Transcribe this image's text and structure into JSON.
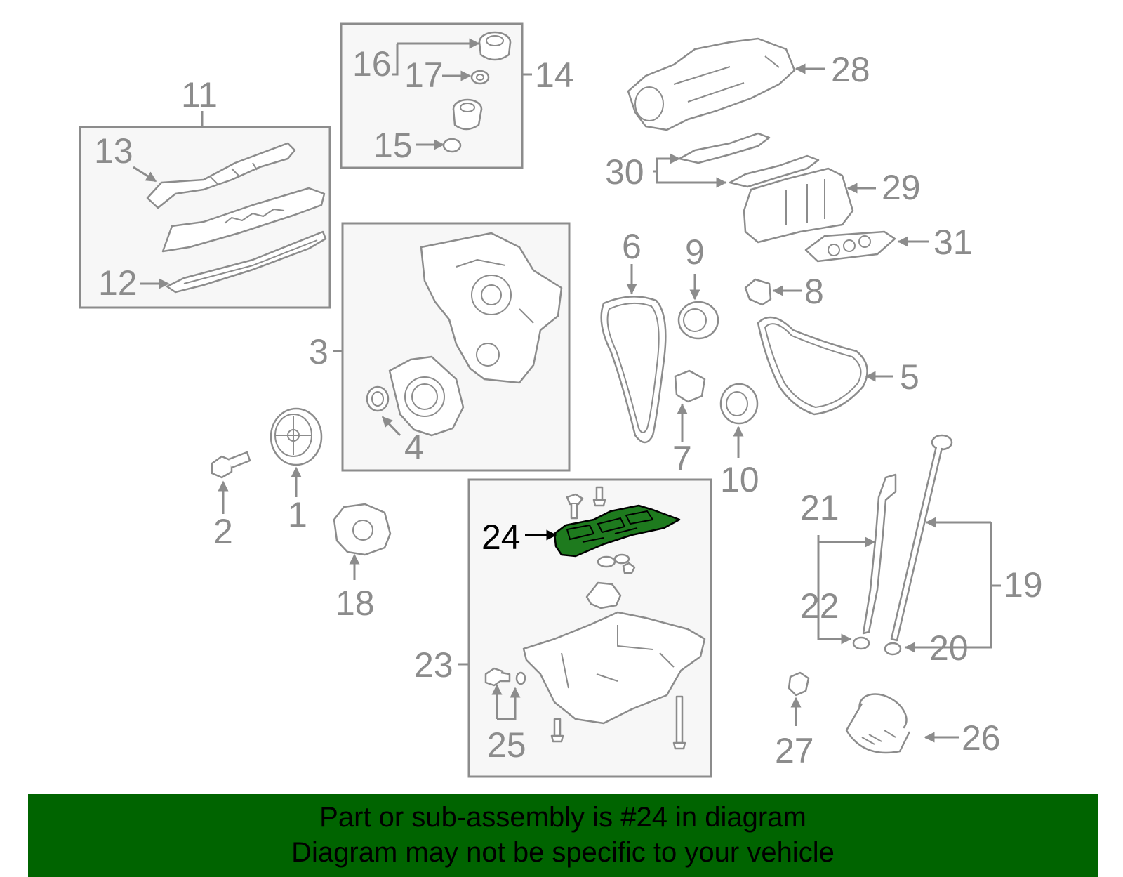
{
  "callouts": {
    "c1": "1",
    "c2": "2",
    "c3": "3",
    "c4": "4",
    "c5": "5",
    "c6": "6",
    "c7": "7",
    "c8": "8",
    "c9": "9",
    "c10": "10",
    "c11": "11",
    "c12": "12",
    "c13": "13",
    "c14": "14",
    "c15": "15",
    "c16": "16",
    "c17": "17",
    "c18": "18",
    "c19": "19",
    "c20": "20",
    "c21": "21",
    "c22": "22",
    "c23": "23",
    "c24": "24",
    "c25": "25",
    "c26": "26",
    "c27": "27",
    "c28": "28",
    "c29": "29",
    "c30": "30",
    "c31": "31"
  },
  "highlight": {
    "callout": "24",
    "color": "#1e7a1e"
  },
  "banner": {
    "line1": "Part or sub-assembly is #24 in diagram",
    "line2": "Diagram may not be specific to your vehicle",
    "background": "#006400"
  }
}
